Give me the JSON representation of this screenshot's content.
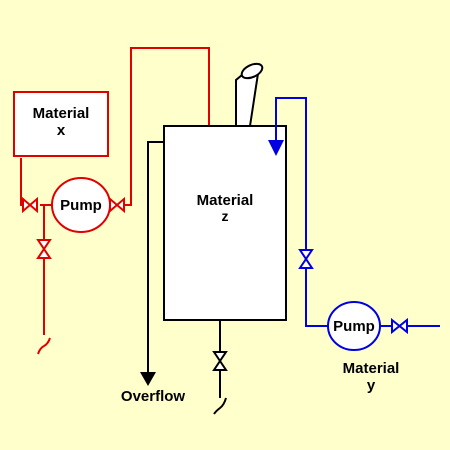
{
  "colors": {
    "background": "#FFFFCC",
    "material_x_line": "#E00000",
    "material_y_line": "#0000E0",
    "outline": "#000000",
    "pump_fill": "#FFFFFF",
    "tank_fill": "#FFFFFF"
  },
  "material_x_box": {
    "line1": "Material",
    "line2": "x"
  },
  "tank": {
    "line1": "Material",
    "line2": "z"
  },
  "pump_x": {
    "label": "Pump"
  },
  "pump_y": {
    "label": "Pump"
  },
  "material_y": {
    "line1": "Material",
    "line2": "y"
  },
  "overflow": {
    "label": "Overflow"
  },
  "icons": [
    "valve-icon",
    "flow-arrow-icon",
    "line-break-icon"
  ]
}
